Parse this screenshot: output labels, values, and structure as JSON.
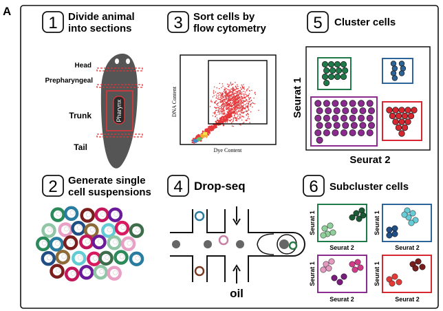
{
  "figure": {
    "panel_letter": "A",
    "colors": {
      "green": "#1e7a48",
      "blue": "#2c6499",
      "purple": "#8b2a8f",
      "red": "#d7262f",
      "worm": "#555555",
      "cut_line": "#e0353b"
    }
  },
  "steps": [
    {
      "number": "1",
      "title_line1": "Divide animal",
      "title_line2": "into sections"
    },
    {
      "number": "2",
      "title_line1": "Generate single",
      "title_line2": "cell suspensions"
    },
    {
      "number": "3",
      "title_line1": "Sort cells by",
      "title_line2": "flow cytometry"
    },
    {
      "number": "4",
      "title_line1": "Drop-seq",
      "title_line2": ""
    },
    {
      "number": "5",
      "title_line1": "Cluster cells",
      "title_line2": ""
    },
    {
      "number": "6",
      "title_line1": "Subcluster cells",
      "title_line2": ""
    }
  ],
  "worm": {
    "labels": [
      "Head",
      "Prepharyngeal",
      "Trunk",
      "Tail"
    ],
    "pharynx_label": "Pharynx"
  },
  "flow": {
    "ylabel": "DNA Content",
    "xlabel": "Dye Content"
  },
  "dropseq": {
    "oil_label": "oil"
  },
  "cluster": {
    "xlabel": "Seurat 2",
    "ylabel": "Seurat 1"
  },
  "subcluster": {
    "xlabel": "Seurat 2",
    "ylabel": "Seurat 1"
  }
}
